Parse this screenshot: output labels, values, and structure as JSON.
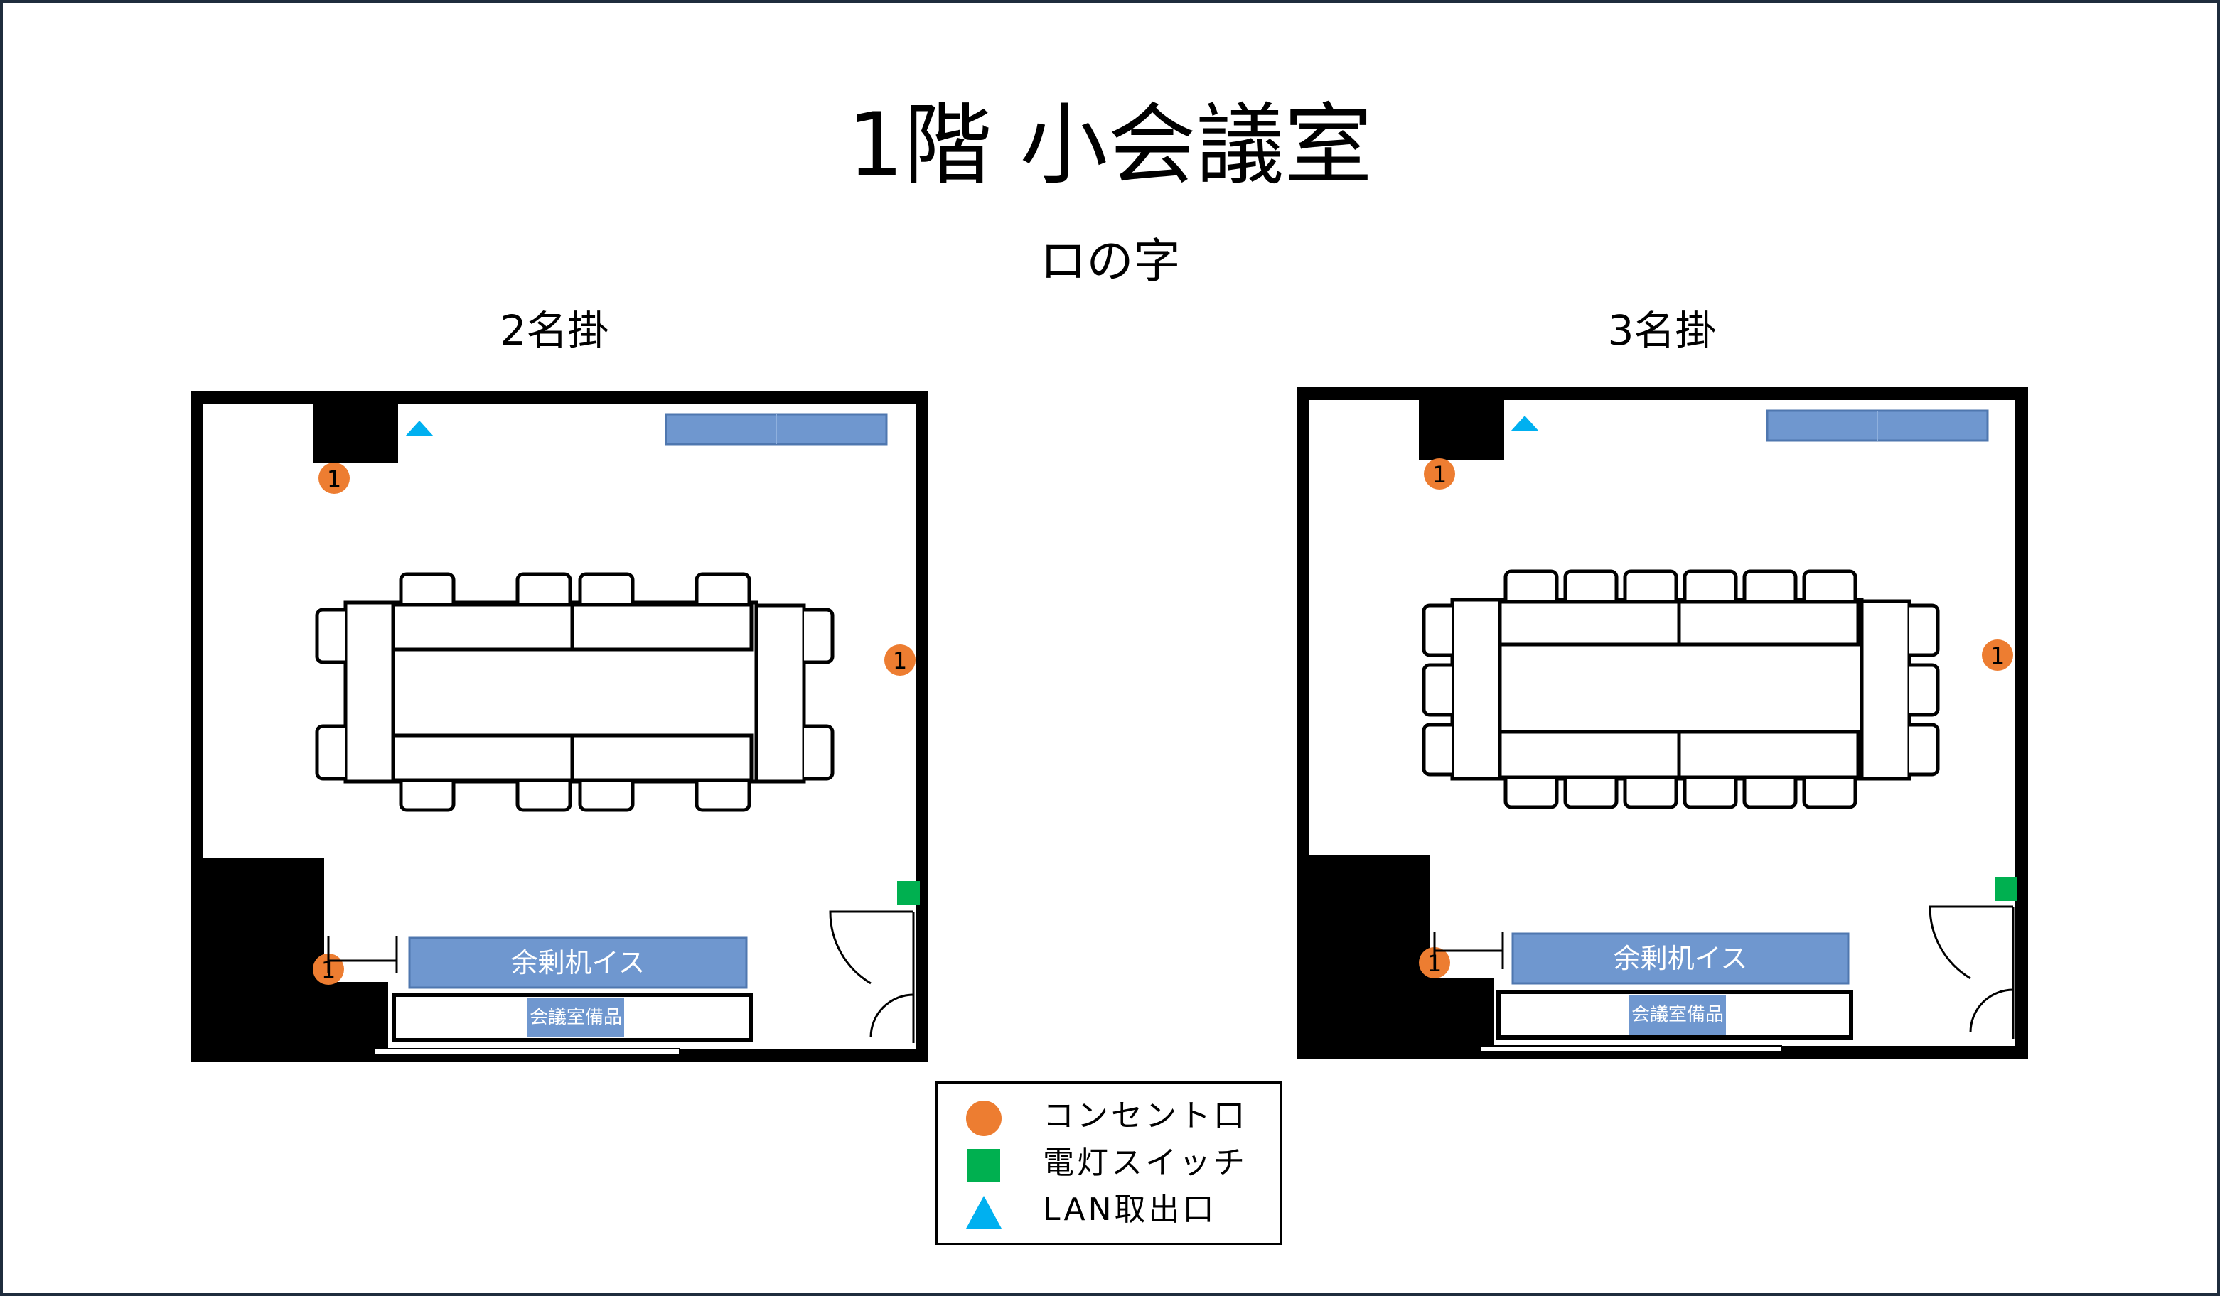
{
  "title": "1階  小会議室",
  "subtitle": "ロの字",
  "layouts": [
    {
      "label": "2名掛",
      "spare_label": "余剰机イス",
      "supplies_label": "会議室備品"
    },
    {
      "label": "3名掛",
      "spare_label": "余剰机イス",
      "supplies_label": "会議室備品"
    }
  ],
  "outlet_number": "1",
  "legend": {
    "outlet": "コンセント口",
    "switch": "電灯スイッチ",
    "lan": "LAN取出口"
  },
  "colors": {
    "outlet": "#ed7d31",
    "switch": "#00b050",
    "lan": "#00b0f0",
    "furniture_block": "#6f97cf"
  }
}
